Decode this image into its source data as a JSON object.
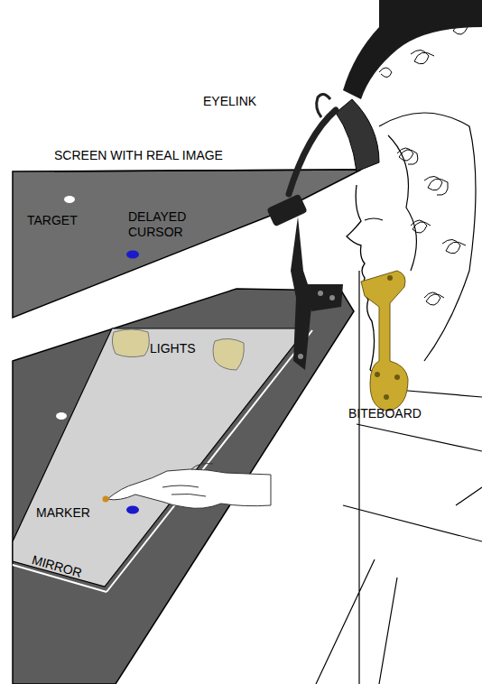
{
  "diagram": {
    "labels": [
      "EYELINK",
      "SCREEN WITH REAL IMAGE",
      "TARGET",
      "DELAYED CURSOR",
      "LIGHTS",
      "BITEBOARD",
      "MARKER",
      "MIRROR"
    ]
  }
}
